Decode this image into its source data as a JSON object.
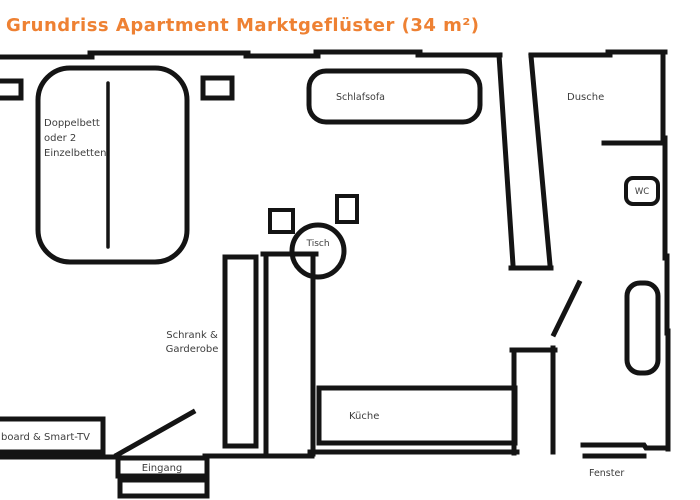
{
  "title": "Grundriss Apartment Marktgeflüster (34 m²)",
  "colors": {
    "title_orange": "#EE8133",
    "wall_black": "#141414",
    "label_gray": "#3d3d3d",
    "background": "#ffffff"
  },
  "labels": {
    "bed": {
      "lines": [
        "Doppelbett",
        "oder 2",
        "Einzelbetten"
      ]
    },
    "sofa": {
      "label": "Schlafsofa"
    },
    "shower": {
      "label": "Dusche"
    },
    "wc": {
      "label": "WC"
    },
    "table": {
      "label": "Tisch"
    },
    "wardrobe": {
      "lines": [
        "Schrank &",
        "Garderobe"
      ]
    },
    "kitchen": {
      "label": "Küche"
    },
    "sideboard": {
      "label": "board & Smart-TV"
    },
    "entrance": {
      "label": "Eingang"
    },
    "window": {
      "label": "Fenster"
    }
  }
}
